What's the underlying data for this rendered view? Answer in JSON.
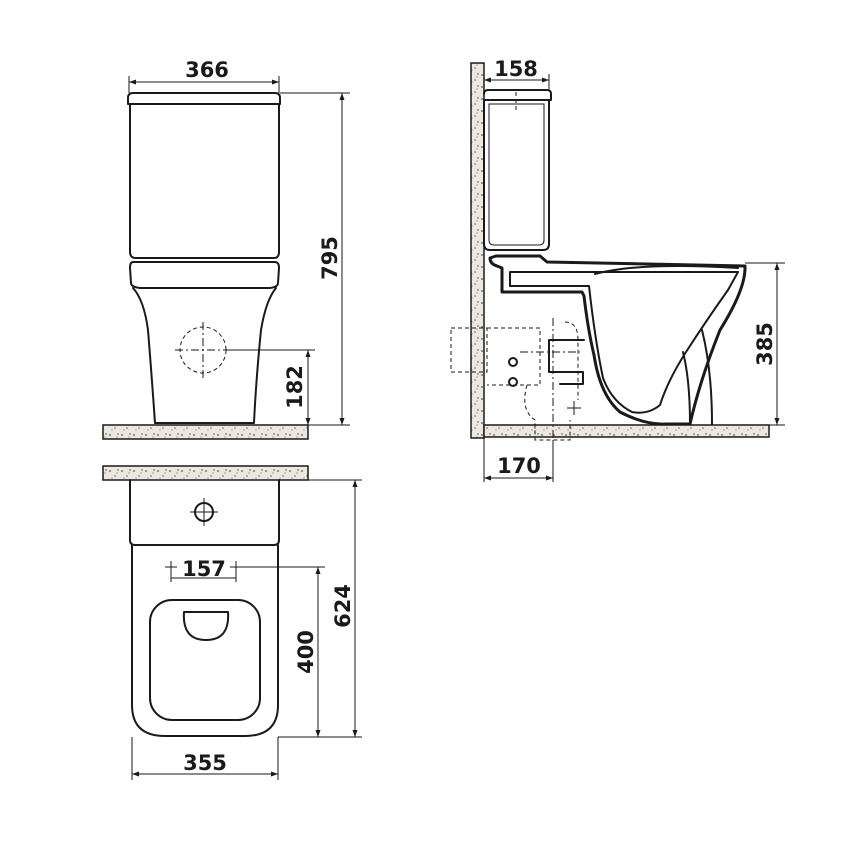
{
  "front_view": {
    "width_label": "366",
    "height_label": "795",
    "inlet_height_label": "182"
  },
  "side_view": {
    "cistern_depth_label": "158",
    "seat_height_label": "385",
    "outlet_offset_label": "170"
  },
  "top_view": {
    "depth_label": "624",
    "fixing_centres_label": "157",
    "fixing_depth_label": "400",
    "width_label": "355"
  },
  "colors": {
    "line": "#1a1a1a",
    "floor_fill": "#e9e4dc"
  }
}
